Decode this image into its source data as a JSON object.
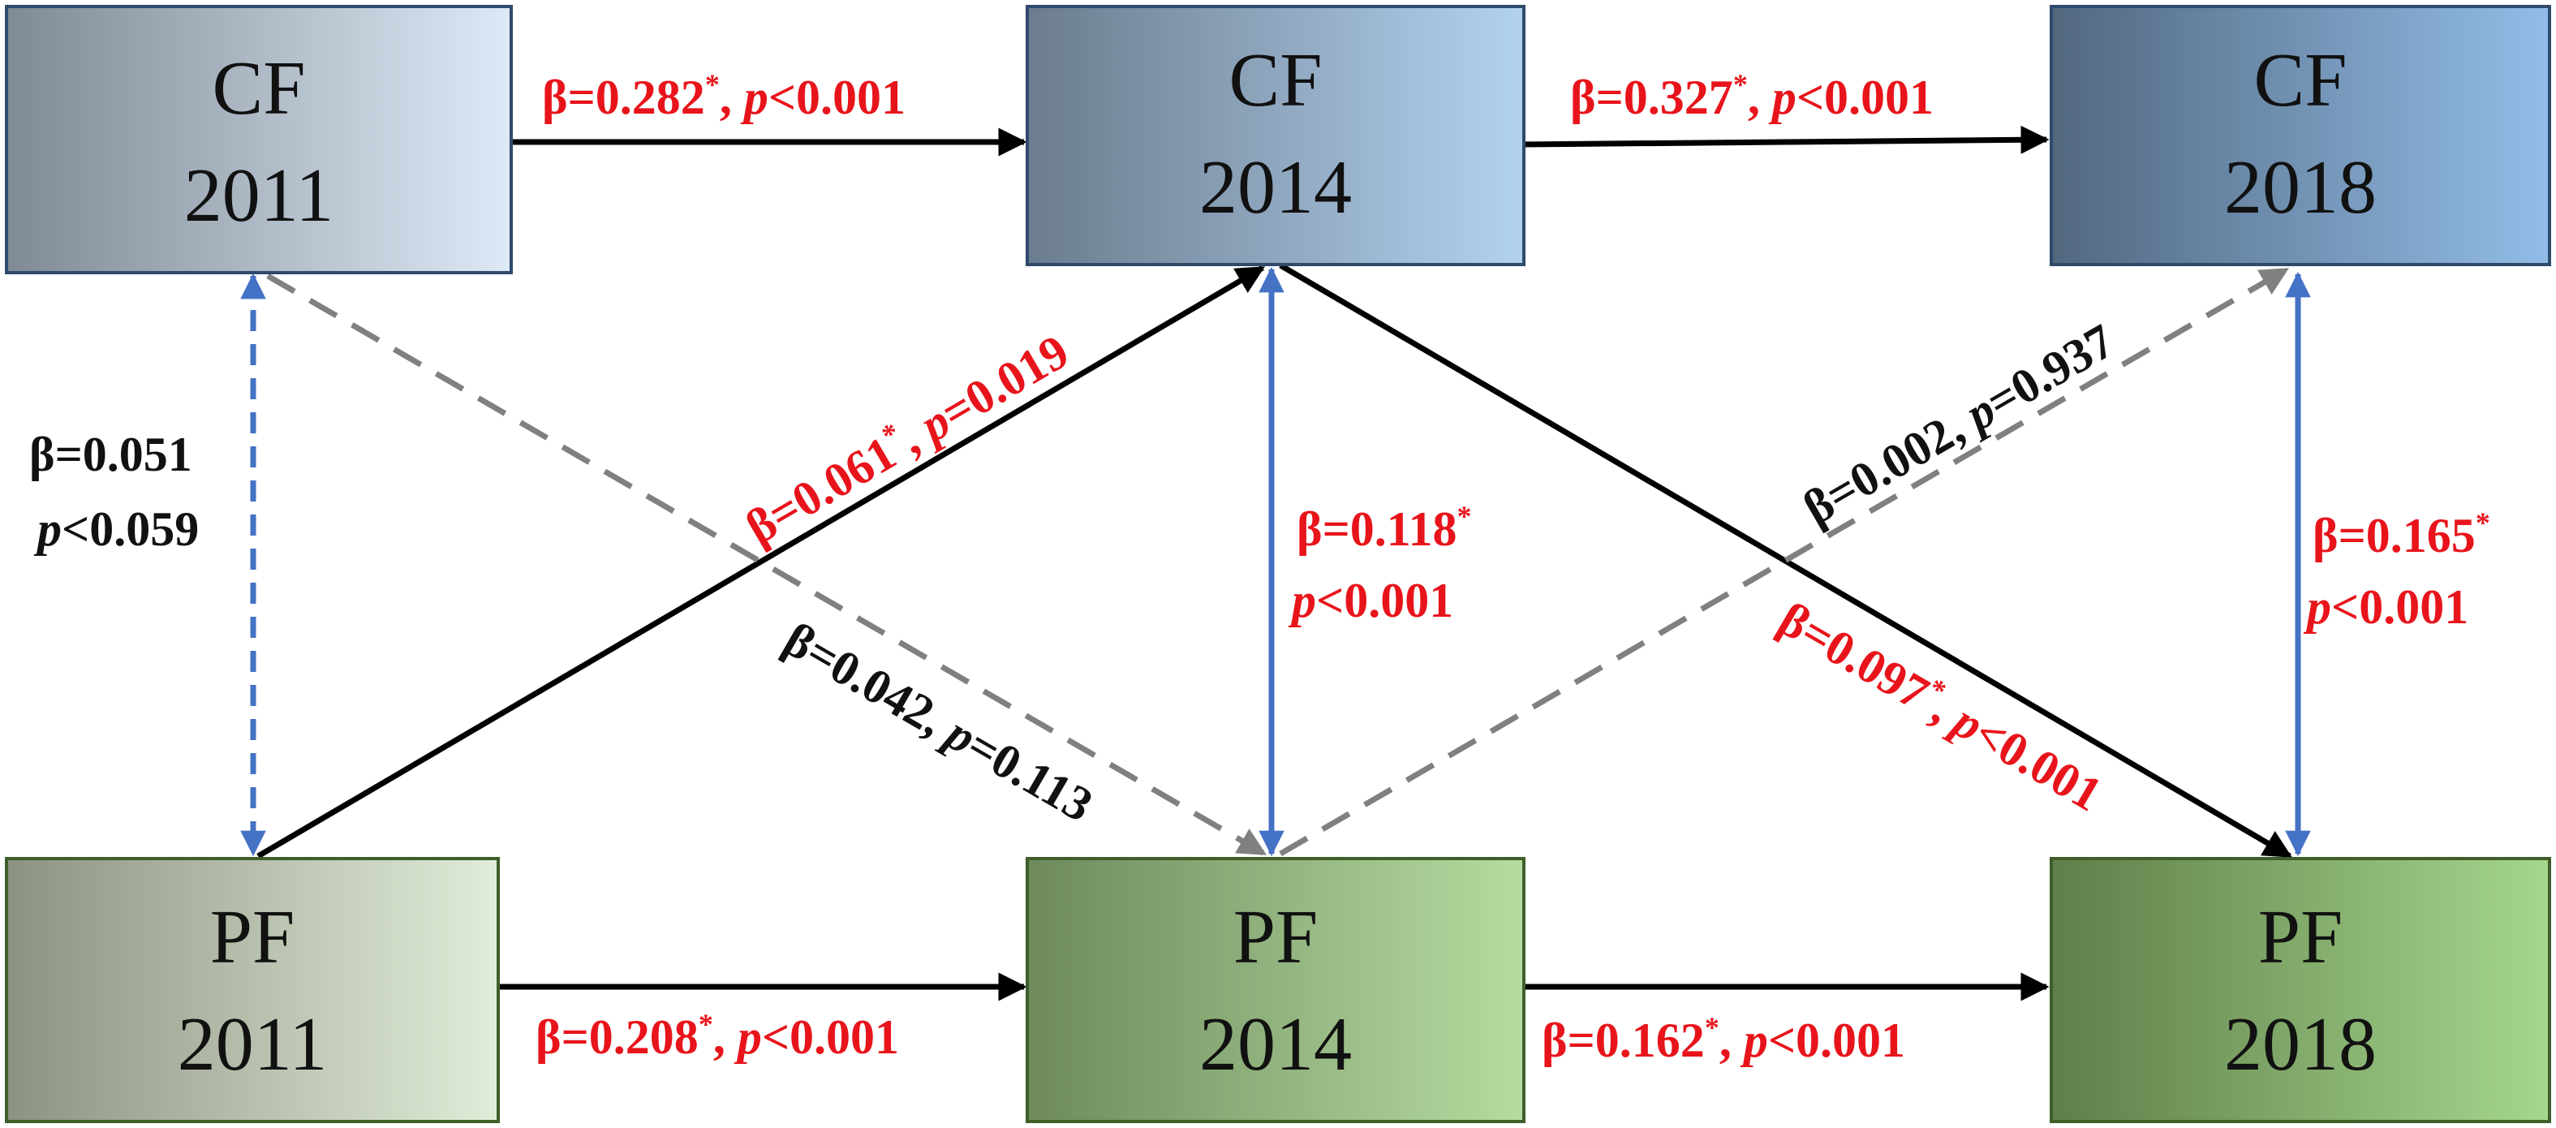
{
  "nodes": {
    "cf2011": {
      "line1": "CF",
      "line2": "2011"
    },
    "cf2014": {
      "line1": "CF",
      "line2": "2014"
    },
    "cf2018": {
      "line1": "CF",
      "line2": "2018"
    },
    "pf2011": {
      "line1": "PF",
      "line2": "2011"
    },
    "pf2014": {
      "line1": "PF",
      "line2": "2014"
    },
    "pf2018": {
      "line1": "PF",
      "line2": "2018"
    }
  },
  "paths": {
    "cf11_cf14": {
      "beta": "β=0.282",
      "sig": "*",
      "sep": ", ",
      "p": "p",
      "pval": "<0.001"
    },
    "cf14_cf18": {
      "beta": "β=0.327",
      "sig": "*",
      "sep": ", ",
      "p": "p",
      "pval": "<0.001"
    },
    "pf11_pf14": {
      "beta": "β=0.208",
      "sig": "*",
      "sep": ", ",
      "p": "p",
      "pval": "<0.001"
    },
    "pf14_pf18": {
      "beta": "β=0.162",
      "sig": "*",
      "sep": ", ",
      "p": "p",
      "pval": "<0.001"
    },
    "corr_2011": {
      "beta": "β=0.051",
      "p": "p",
      "pval": "<0.059"
    },
    "corr_2014": {
      "beta": "β=0.118",
      "sig": "*",
      "p": "p",
      "pval": "<0.001"
    },
    "corr_2018": {
      "beta": "β=0.165",
      "sig": "*",
      "p": "p",
      "pval": "<0.001"
    },
    "pf11_cf14": {
      "beta": "β=0.061",
      "sig": "*",
      "sep": ", ",
      "p": "p",
      "pval": "=0.019"
    },
    "cf11_pf14": {
      "beta": "β=0.042, ",
      "p": "p",
      "pval": "=0.113"
    },
    "pf14_cf18": {
      "beta": "β=0.002, ",
      "p": "p",
      "pval": "=0.937"
    },
    "cf14_pf18": {
      "beta": "β=0.097",
      "sig": "*",
      "sep": ", ",
      "p": "p",
      "pval": "<0.001"
    }
  },
  "colors": {
    "significant": "#e8141b",
    "nonsignificant": "#111111",
    "correlation_arrow": "#4472c4",
    "dashed_path": "#808080",
    "solid_path": "#000000"
  }
}
